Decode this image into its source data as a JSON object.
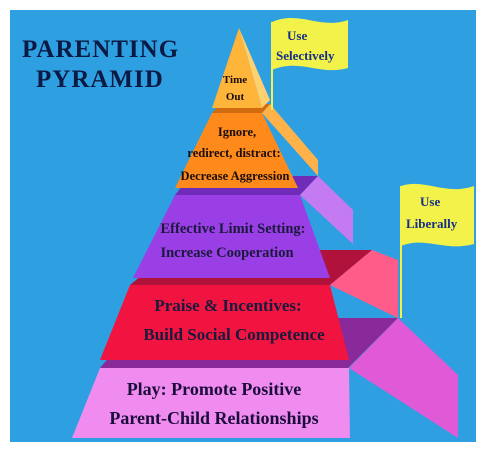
{
  "title_lines": [
    "PARENTING",
    "PYRAMID"
  ],
  "colors": {
    "background": "#2e9fe0",
    "flag": "#f2f24a",
    "tier1_front": "#f08bef",
    "tier1_side": "#e05ad8",
    "tier1_top": "#8a2a9a",
    "tier2_front": "#f21440",
    "tier2_side": "#ff5c8a",
    "tier2_top": "#b0123c",
    "tier3_front": "#9a3ee6",
    "tier3_side": "#c47af0",
    "tier3_top": "#6e2cb8",
    "tier4_front": "#ff8a1c",
    "tier4_side": "#ffb24a",
    "tier4_top": "#d06b10",
    "tier5_front": "#ffb43a",
    "tier5_side": "#ffd070"
  },
  "tiers": [
    {
      "lines": [
        "Play: Promote Positive",
        "Parent-Child Relationships"
      ]
    },
    {
      "lines": [
        "Praise & Incentives:",
        "Build Social Competence"
      ]
    },
    {
      "lines": [
        "Effective Limit Setting:",
        "Increase Cooperation"
      ]
    },
    {
      "lines": [
        "Ignore,",
        "redirect, distract:",
        "Decrease Aggression"
      ]
    },
    {
      "lines": [
        "Time",
        "Out"
      ]
    }
  ],
  "flags": [
    {
      "lines": [
        "Use",
        "Selectively"
      ]
    },
    {
      "lines": [
        "Use",
        "Liberally"
      ]
    }
  ]
}
